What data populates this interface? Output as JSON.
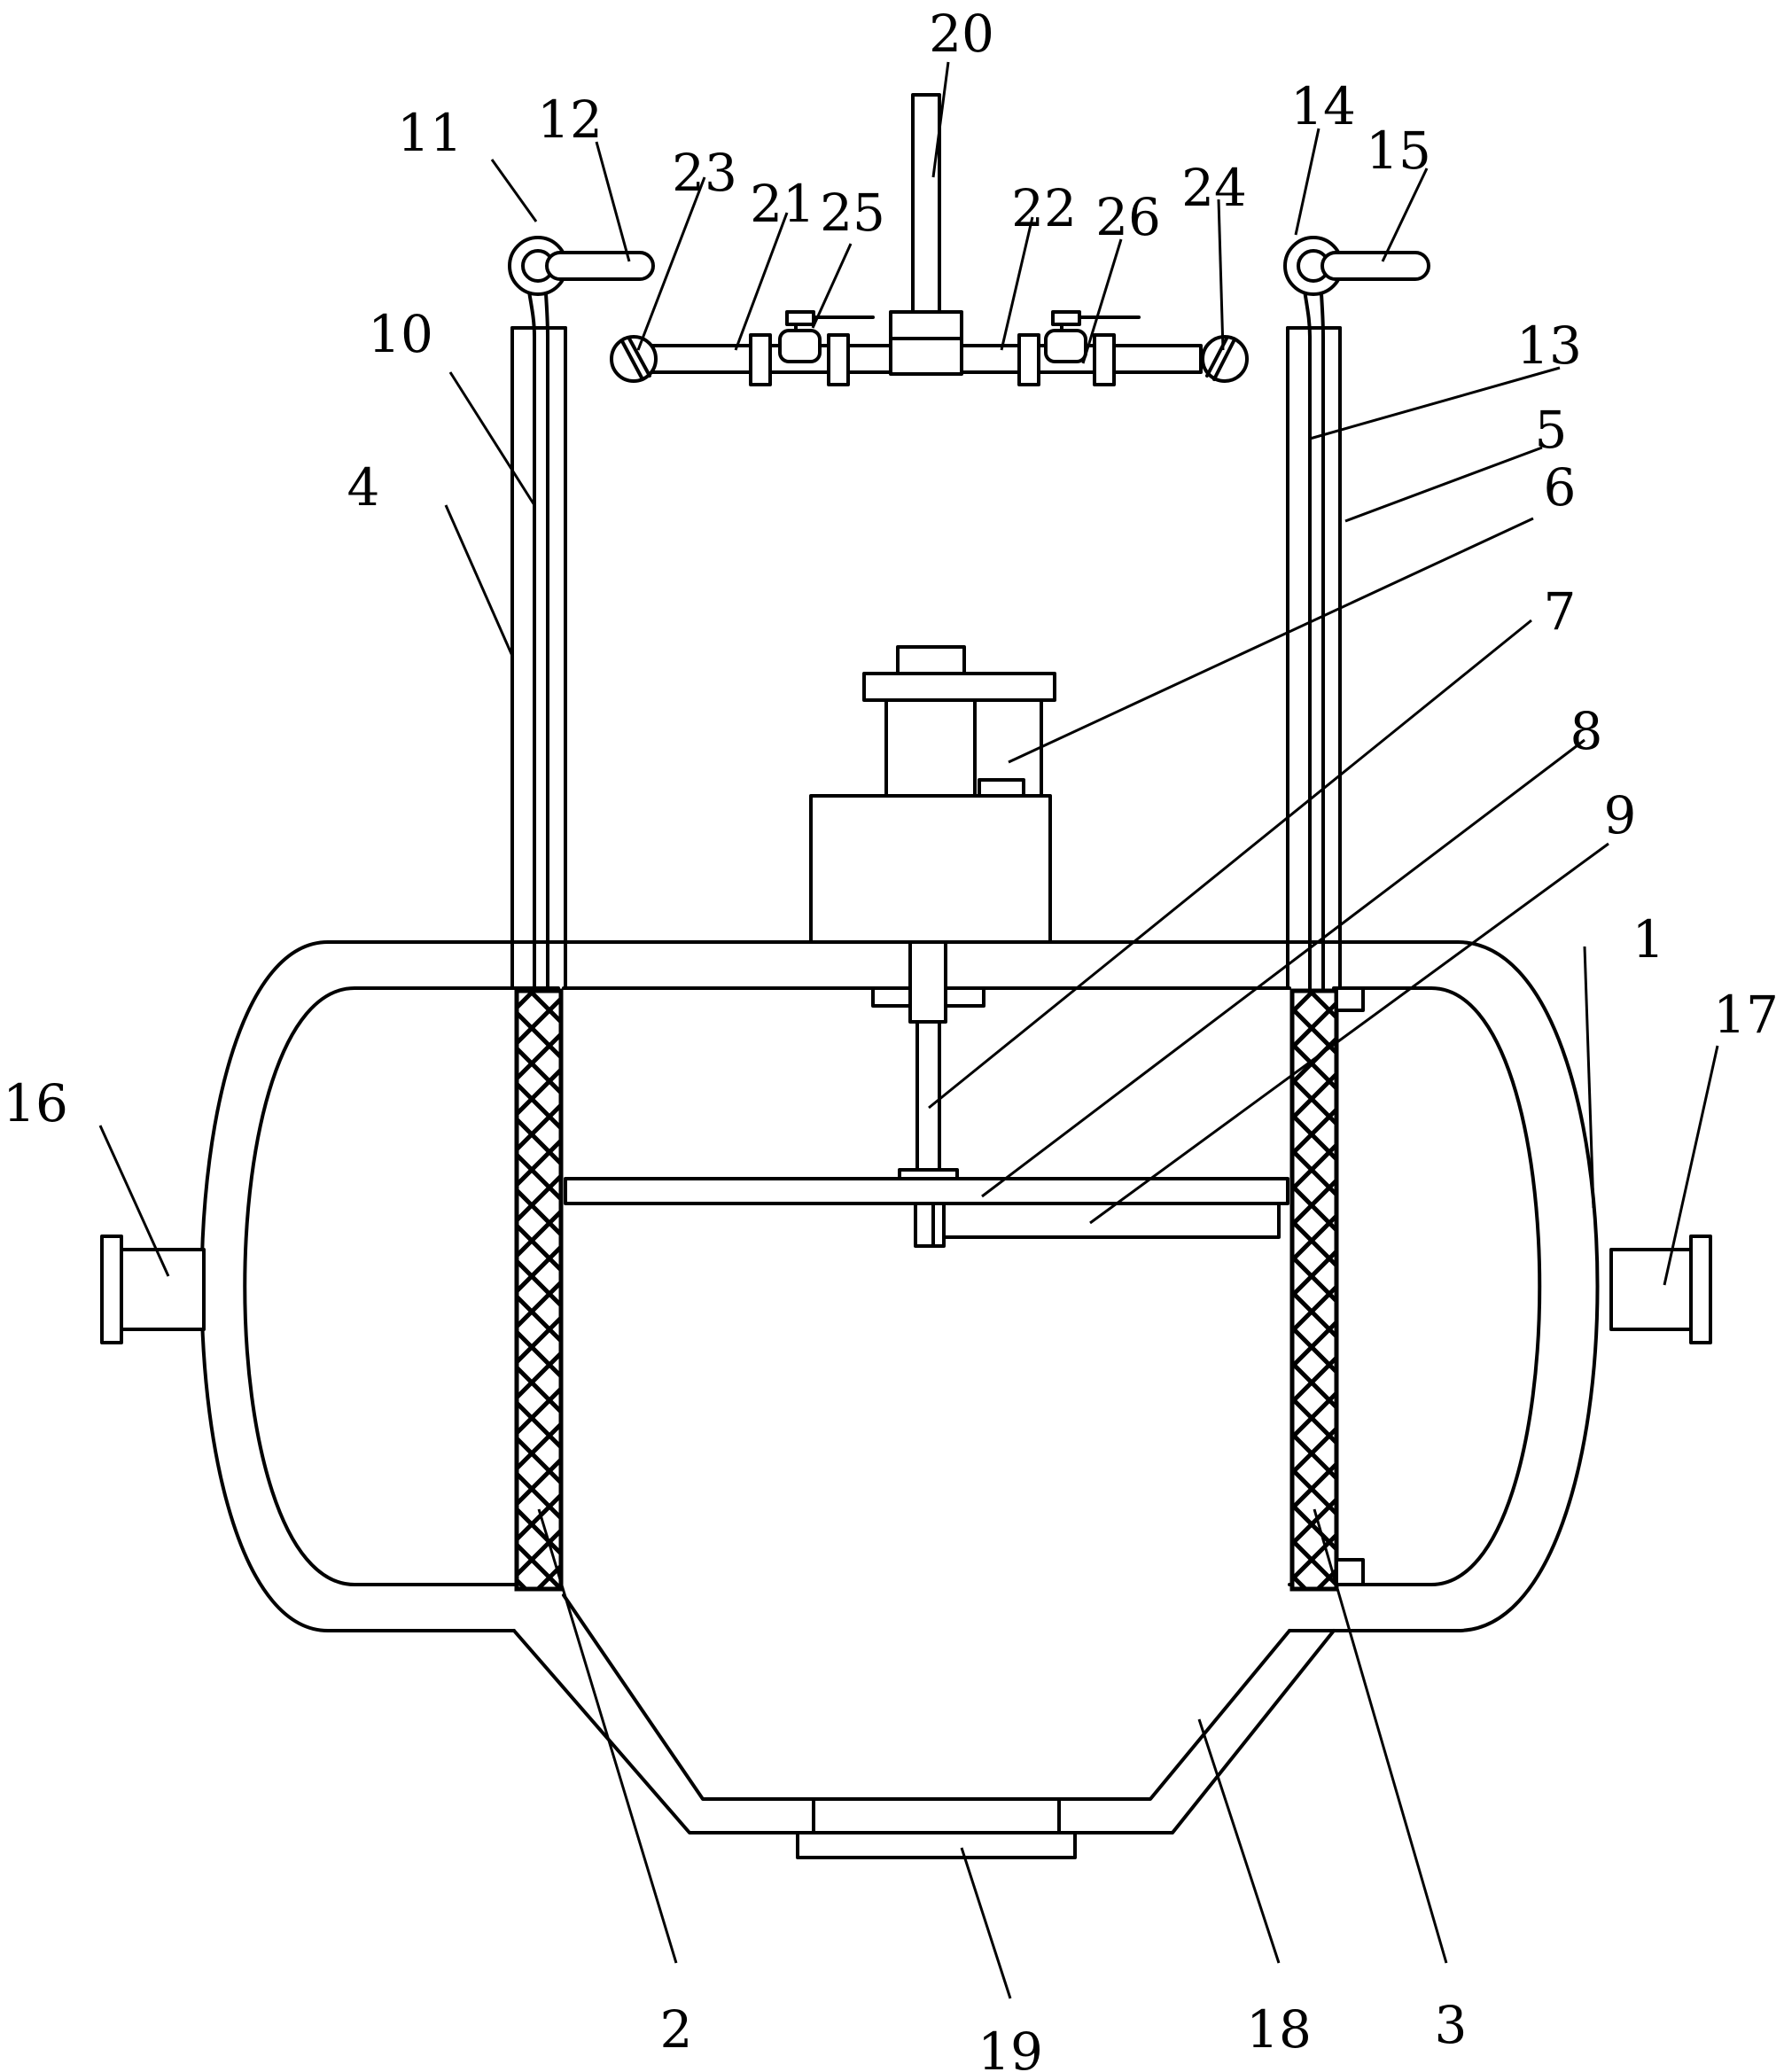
{
  "figure": {
    "labels": [
      {
        "id": "1",
        "text": "1"
      },
      {
        "id": "2",
        "text": "2"
      },
      {
        "id": "3",
        "text": "3"
      },
      {
        "id": "4",
        "text": "4"
      },
      {
        "id": "5",
        "text": "5"
      },
      {
        "id": "6",
        "text": "6"
      },
      {
        "id": "7",
        "text": "7"
      },
      {
        "id": "8",
        "text": "8"
      },
      {
        "id": "9",
        "text": "9"
      },
      {
        "id": "10",
        "text": "10"
      },
      {
        "id": "11",
        "text": "11"
      },
      {
        "id": "12",
        "text": "12"
      },
      {
        "id": "13",
        "text": "13"
      },
      {
        "id": "14",
        "text": "14"
      },
      {
        "id": "15",
        "text": "15"
      },
      {
        "id": "16",
        "text": "16"
      },
      {
        "id": "17",
        "text": "17"
      },
      {
        "id": "18",
        "text": "18"
      },
      {
        "id": "19",
        "text": "19"
      },
      {
        "id": "20",
        "text": "20"
      },
      {
        "id": "21",
        "text": "21"
      },
      {
        "id": "22",
        "text": "22"
      },
      {
        "id": "23",
        "text": "23"
      },
      {
        "id": "24",
        "text": "24"
      },
      {
        "id": "25",
        "text": "25"
      },
      {
        "id": "26",
        "text": "26"
      }
    ]
  }
}
